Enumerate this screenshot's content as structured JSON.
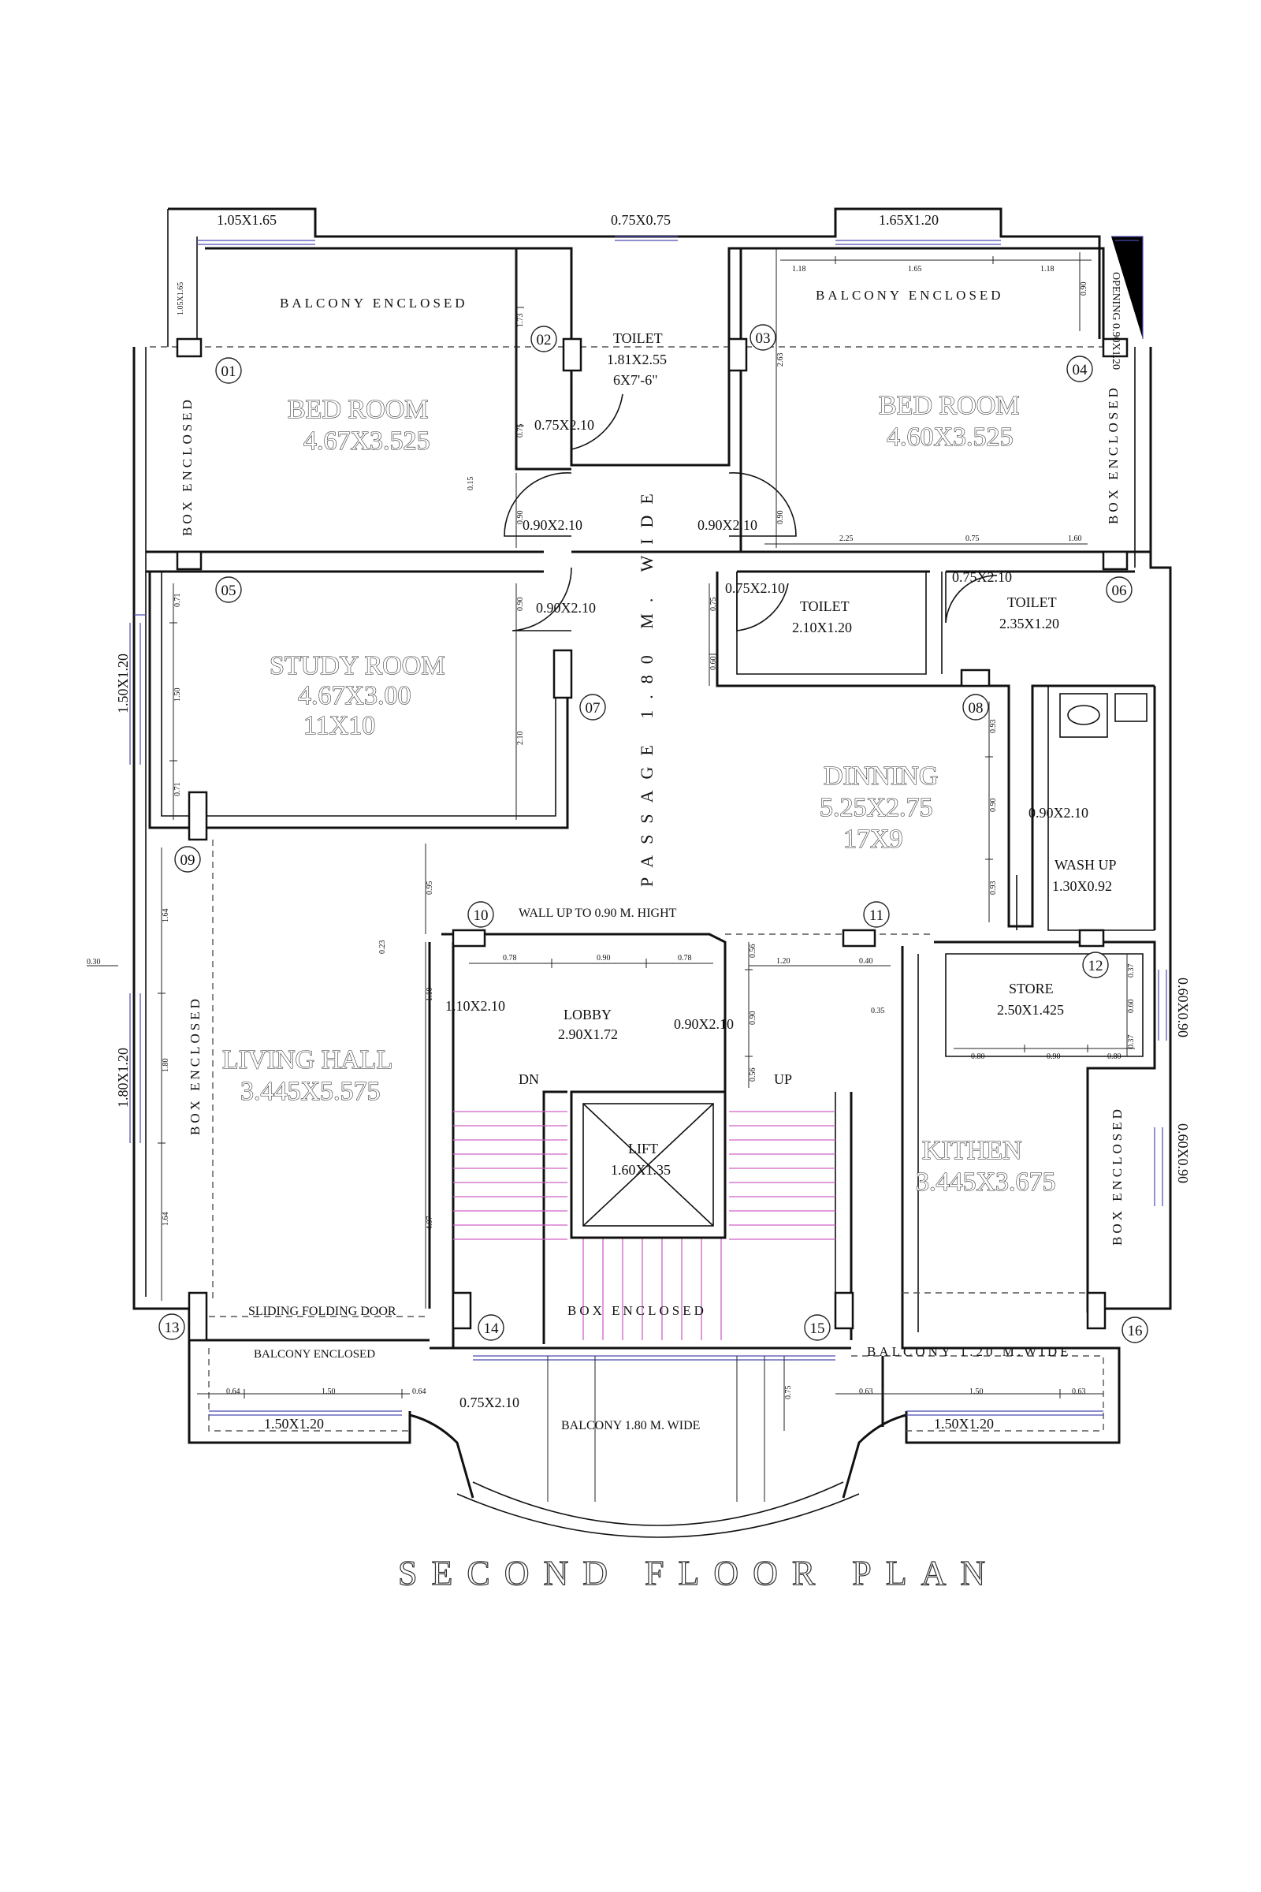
{
  "title": "SECOND FLOOR PLAN",
  "rooms": {
    "bed1": {
      "name": "BED ROOM",
      "size": "4.67X3.525"
    },
    "bed2": {
      "name": "BED ROOM",
      "size": "4.60X3.525"
    },
    "toilet_top": {
      "name": "TOILET",
      "size": "1.81X2.55",
      "size_ft": "6X7'-6\""
    },
    "toilet_mid": {
      "name": "TOILET",
      "size": "2.10X1.20"
    },
    "toilet_right": {
      "name": "TOILET",
      "size": "2.35X1.20"
    },
    "study": {
      "name": "STUDY ROOM",
      "size": "4.67X3.00",
      "size_ft": "11X10"
    },
    "dinning": {
      "name": "DINNING",
      "size": "5.25X2.75",
      "size_ft": "17X9"
    },
    "washup": {
      "name": "WASH UP",
      "size": "1.30X0.92"
    },
    "store": {
      "name": "STORE",
      "size": "2.50X1.425"
    },
    "lobby": {
      "name": "LOBBY",
      "size": "2.90X1.72"
    },
    "lift": {
      "name": "LIFT",
      "size": "1.60X1.35"
    },
    "living": {
      "name": "LIVING HALL",
      "size": "3.445X5.575"
    },
    "kitchen": {
      "name": "KITHEN",
      "size": "3.445X3.675"
    }
  },
  "labels": {
    "balcony_enclosed_left": "BALCONY ENCLOSED",
    "balcony_enclosed_right": "BALCONY ENCLOSED",
    "balcony_enclosed_bottom": "BALCONY ENCLOSED",
    "box_enclosed_left_top": "BOX ENCLOSED",
    "box_enclosed_right_top": "BOX ENCLOSED",
    "box_enclosed_left_bottom": "BOX ENCLOSED",
    "box_enclosed_right_bottom": "BOX ENCLOSED",
    "box_enclosed_stair": "BOX ENCLOSED",
    "passage": "PASSAGE 1.80 M. WIDE",
    "wall_note": "WALL UP TO 0.90 M. HIGHT",
    "sliding_door": "SLIDING FOLDING DOOR",
    "balcony_120": "BALCONY 1.20 M.WIDE",
    "balcony_180": "BALCONY 1.80 M. WIDE",
    "dn": "DN",
    "up": "UP",
    "opening": "OPENING 0.90X1.20"
  },
  "openings": {
    "w_top_left": "1.05X1.65",
    "w_top_center": "0.75X0.75",
    "w_top_right": "1.65X1.20",
    "w_left_vertical": "1.05X1.65",
    "w_study": "1.50X1.20",
    "w_living": "1.80X1.20",
    "w_bottom_left": "1.50X1.20",
    "w_bottom_right": "1.50X1.20",
    "w_store": "0.60X0.90",
    "w_kitchen": "0.60X0.90",
    "d_toilet_top": "0.75X2.10",
    "d_bed1": "0.90X2.10",
    "d_bed2": "0.90X2.10",
    "d_study": "0.90X2.10",
    "d_toilet_mid": "0.75X2.10",
    "d_toilet_right": "0.75X2.10",
    "d_washup": "0.90X2.10",
    "d_lobby_left": "1.10X2.10",
    "d_lobby_right": "0.90X2.10",
    "d_balcony": "0.75X2.10"
  },
  "dims": {
    "d1_18a": "1.18",
    "d1_65": "1.65",
    "d1_18b": "1.18",
    "d0_90a": "0.90",
    "d1_73": "1.73",
    "d0_75a": "0.75",
    "d0_15": "0.15",
    "d0_90b": "0.90",
    "d2_63": "2.63",
    "d0_90c": "0.90",
    "d2_25": "2.25",
    "d0_75b": "0.75",
    "d1_60a": "1.60",
    "d0_71a": "0.71",
    "d1_50a": "1.50",
    "d0_71b": "0.71",
    "d0_90d": "0.90",
    "d2_10": "2.10",
    "d0_75c": "0.75",
    "d0_60": "0.60",
    "d0_93a": "0.93",
    "d0_90e": "0.90",
    "d0_93b": "0.93",
    "d0_95": "0.95",
    "d1_64a": "1.64",
    "d0_30": "0.30",
    "d1_80": "1.80",
    "d1_64b": "1.64",
    "d0_23": "0.23",
    "d0_78a": "0.78",
    "d0_90f": "0.90",
    "d0_78b": "0.78",
    "d0_56a": "0.56",
    "d1_20": "1.20",
    "d0_40": "0.40",
    "d0_35": "0.35",
    "d1_10": "1.10",
    "d0_90g": "0.90",
    "d0_56b": "0.56",
    "d4_07": "4.07",
    "d0_37a": "0.37",
    "d0_60b": "0.60",
    "d0_37b": "0.37",
    "d0_80a": "0.80",
    "d0_90h": "0.90",
    "d0_80b": "0.80",
    "d0_64a": "0.64",
    "d1_50b": "1.50",
    "d0_64b": "0.64",
    "d0_63a": "0.63",
    "d1_50c": "1.50",
    "d0_63b": "0.63",
    "d0_75d": "0.75"
  },
  "columns": [
    "01",
    "02",
    "03",
    "04",
    "05",
    "06",
    "07",
    "08",
    "09",
    "10",
    "11",
    "12",
    "13",
    "14",
    "15",
    "16"
  ]
}
